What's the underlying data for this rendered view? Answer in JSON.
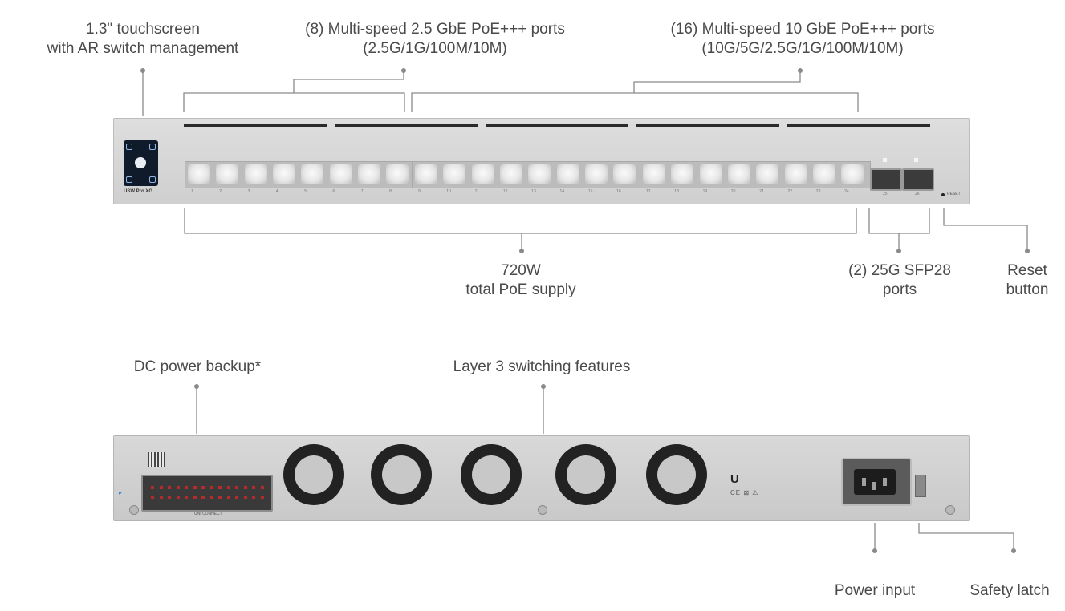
{
  "labels": {
    "touchscreen": [
      "1.3\" touchscreen",
      "with AR switch management"
    ],
    "ports_25g": [
      "(8) Multi-speed 2.5 GbE PoE+++ ports",
      "(2.5G/1G/100M/10M)"
    ],
    "ports_10g": [
      "(16) Multi-speed 10 GbE PoE+++ ports",
      "(10G/5G/2.5G/1G/100M/10M)"
    ],
    "poe_supply": [
      "720W",
      "total PoE supply"
    ],
    "sfp28": [
      "(2) 25G SFP28",
      "ports"
    ],
    "reset": [
      "Reset",
      "button"
    ],
    "dc_backup": "DC power backup*",
    "layer3": "Layer 3 switching features",
    "power_input": "Power input",
    "safety_latch": "Safety latch"
  },
  "device": {
    "model": "USW Pro XG",
    "reset_text": "RESET",
    "sfp_numbers": [
      "25",
      "26"
    ],
    "dc_connector_label": "UNI CONNECT",
    "port_numbers": [
      "1",
      "2",
      "3",
      "4",
      "5",
      "6",
      "7",
      "8",
      "9",
      "10",
      "11",
      "12",
      "13",
      "14",
      "15",
      "16",
      "17",
      "18",
      "19",
      "20",
      "21",
      "22",
      "23",
      "24"
    ]
  },
  "icons": {
    "logo": "ubiquiti-u-logo",
    "fan": "fan-grille-icon",
    "screw": "screw-icon"
  }
}
